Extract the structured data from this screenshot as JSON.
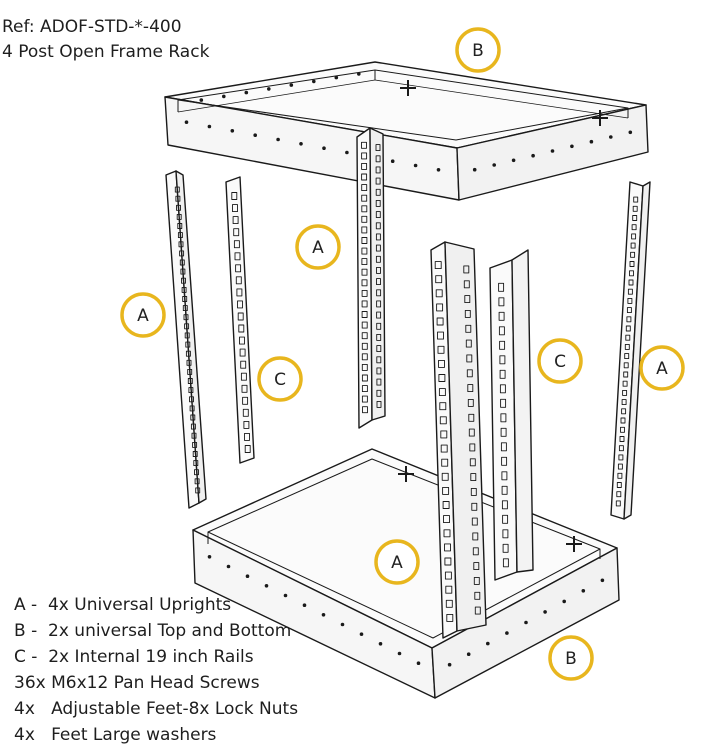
{
  "reference": "Ref: ADOF-STD-*-400",
  "title": "4 Post Open Frame Rack",
  "callout_color": "#e8b61e",
  "callouts": {
    "top_frame": "B",
    "upright_center": "A",
    "upright_left": "A",
    "rail_left": "C",
    "rail_right": "C",
    "upright_right": "A",
    "upright_front": "A",
    "bottom_frame": "B"
  },
  "parts_list": [
    "A -  4x Universal Uprights",
    "B -  2x universal Top and Bottom",
    "C -  2x Internal 19 inch Rails",
    "36x M6x12 Pan Head Screws",
    "4x   Adjustable Feet-8x Lock Nuts",
    "4x   Feet Large washers"
  ]
}
